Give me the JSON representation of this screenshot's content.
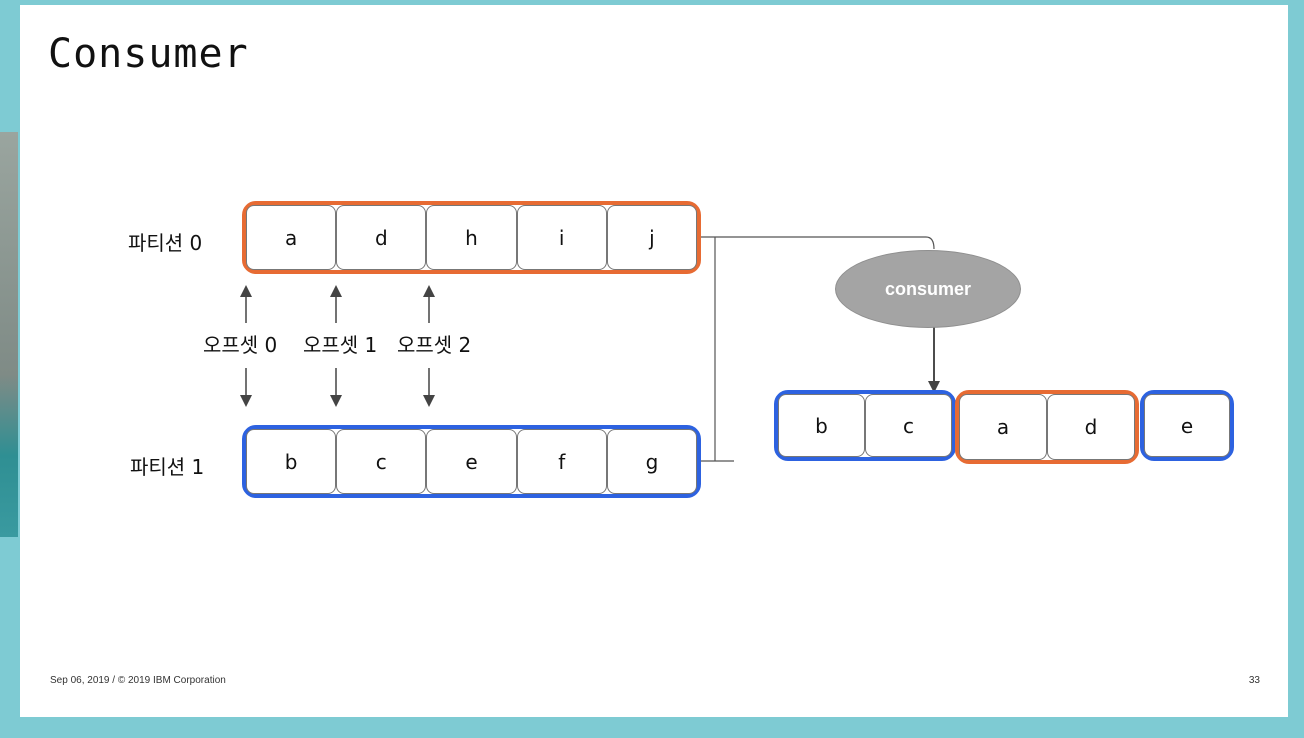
{
  "slide": {
    "title": "Consumer",
    "footer": "Sep 06, 2019 / © 2019 IBM Corporation",
    "page_number": "33"
  },
  "partition0": {
    "label": "파티션 0",
    "cells": [
      "a",
      "d",
      "h",
      "i",
      "j"
    ],
    "color": "#e76b33"
  },
  "partition1": {
    "label": "파티션 1",
    "cells": [
      "b",
      "c",
      "e",
      "f",
      "g"
    ],
    "color": "#2d62e0"
  },
  "offsets": [
    "오프셋 0",
    "오프셋 1",
    "오프셋 2"
  ],
  "consumer": {
    "label": "consumer"
  },
  "output": {
    "blue_group_1": [
      "b",
      "c"
    ],
    "orange_group": [
      "a",
      "d"
    ],
    "blue_group_2": [
      "e"
    ]
  }
}
